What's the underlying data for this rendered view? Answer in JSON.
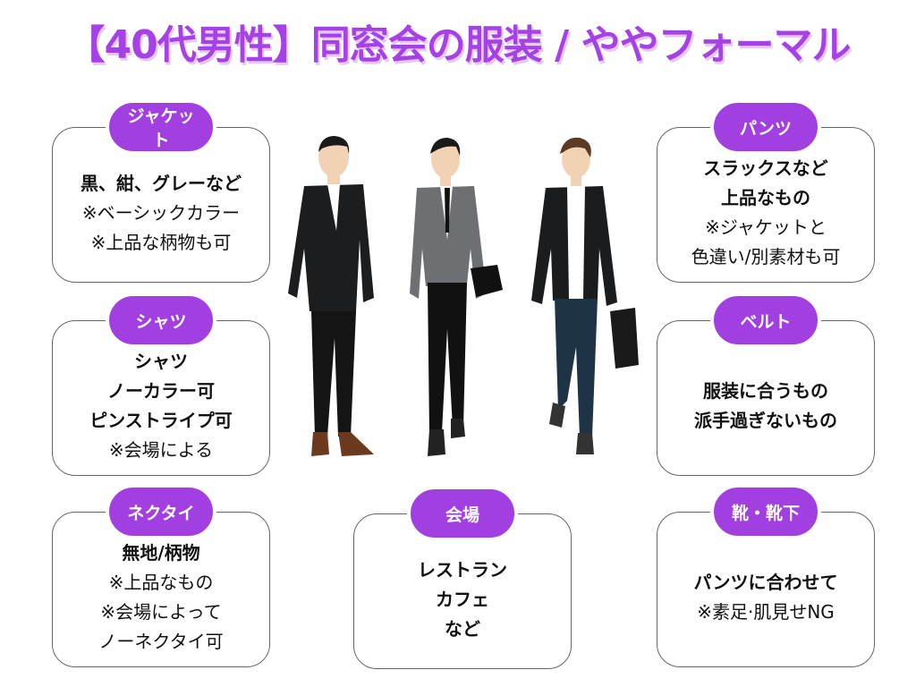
{
  "title": "【40代男性】同窓会の服装 / ややフォーマル",
  "cards": {
    "jacket": {
      "label": "ジャケット",
      "lines": [
        "黒、紺、グレーなど",
        "※ベーシックカラー",
        "※上品な柄物も可"
      ]
    },
    "shirt": {
      "label": "シャツ",
      "lines": [
        "シャツ",
        "ノーカラー可",
        "ピンストライプ可",
        "※会場による"
      ]
    },
    "necktie": {
      "label": "ネクタイ",
      "lines": [
        "無地/柄物",
        "※上品なもの",
        "※会場によって",
        "ノーネクタイ可"
      ]
    },
    "pants": {
      "label": "パンツ",
      "lines": [
        "スラックスなど",
        "上品なもの",
        "※ジャケットと",
        "色違い/別素材も可"
      ]
    },
    "belt": {
      "label": "ベルト",
      "lines": [
        "服装に合うもの",
        "派手過ぎないもの"
      ]
    },
    "venue": {
      "label": "会場",
      "lines": [
        "レストラン",
        "カフェ",
        "など"
      ]
    },
    "shoes": {
      "label": "靴・靴下",
      "lines": [
        "パンツに合わせて",
        "※素足·肌見せNG"
      ]
    }
  },
  "colors": {
    "accent": "#a23fe0",
    "title": "#a541e6"
  }
}
